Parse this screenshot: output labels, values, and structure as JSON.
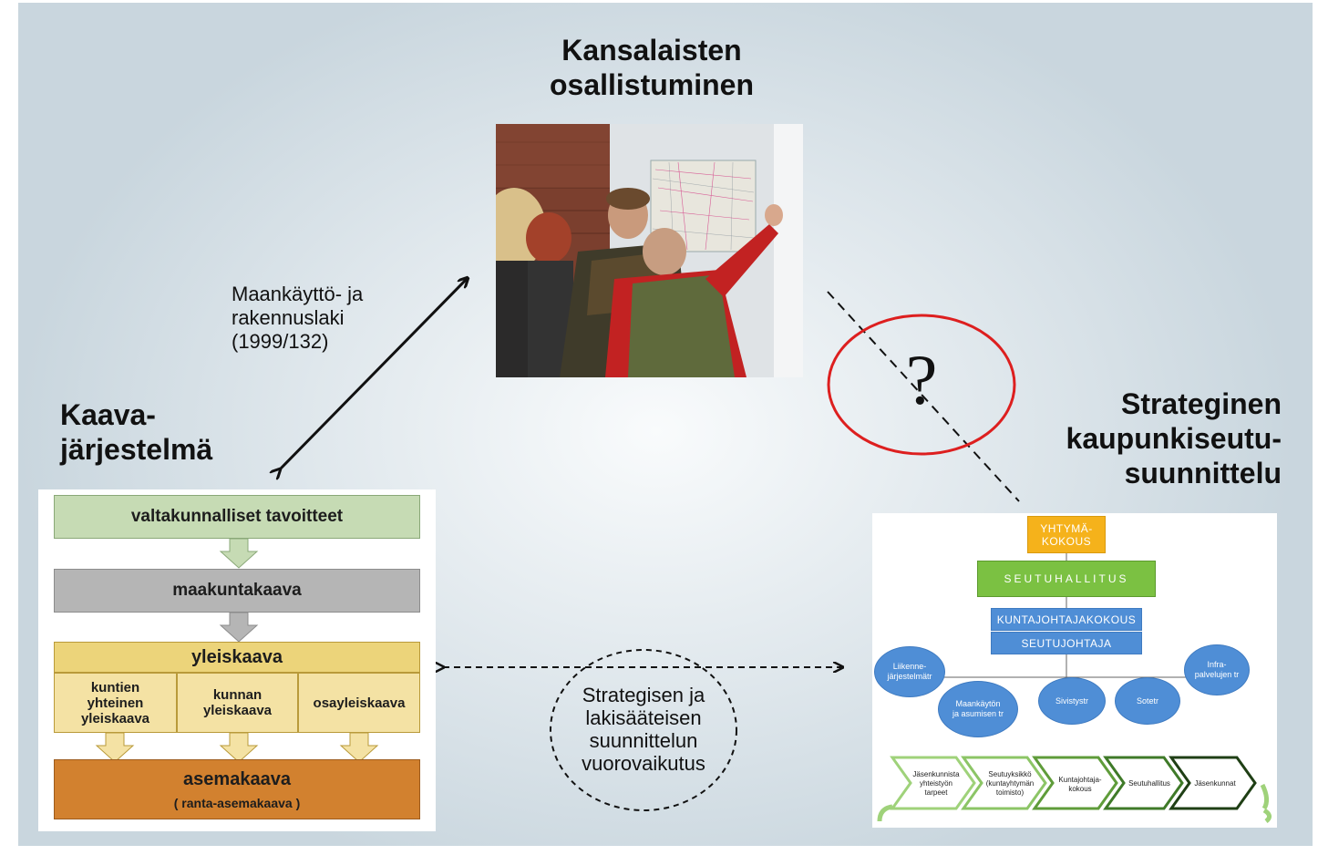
{
  "title_top": [
    "Kansalaisten",
    "osallistuminen"
  ],
  "title_left": [
    "Kaava-",
    "järjestelmä"
  ],
  "title_right": [
    "Strateginen",
    "kaupunkiseutu-",
    "suunnittelu"
  ],
  "law_note": [
    "Maankäyttö- ja",
    "rakennuslaki",
    "(1999/132)"
  ],
  "question_mark": "?",
  "interaction_note": [
    "Strategisen ja",
    "lakisääteisen",
    "suunnittelun",
    "vuorovaikutus"
  ],
  "kaava": {
    "tavoitteet": "valtakunnalliset tavoitteet",
    "maakuntakaava": "maakuntakaava",
    "yleiskaava": "yleiskaava",
    "sub": [
      "kuntien yhteinen yleiskaava",
      "kunnan yleiskaava",
      "osayleiskaava"
    ],
    "asemakaava": "asemakaava",
    "ranta": "( ranta-asemakaava )"
  },
  "seutu": {
    "yhtyma": [
      "YHTYMÄ-",
      "KOKOUS"
    ],
    "seutuhallitus": "SEUTUHALLITUS",
    "kuntajohtajakokous": "KUNTAJOHTAJAKOKOUS",
    "seutujohtaja": "SEUTUJOHTAJA",
    "clouds": [
      "Liikenne-järjestelmätr",
      "Maankäytön ja asumisen tr",
      "Sivistystr",
      "Sotetr",
      "Infra-palvelujen tr"
    ],
    "process": [
      "Jäsenkunnista yhteistyön tarpeet",
      "Seutuyksikkö (kuntayhtymän toimisto)",
      "Kuntajohtaja-kokous",
      "Seutuhallitus",
      "Jäsenkunnat"
    ]
  },
  "colors": {
    "green_light": "#c6dbb4",
    "grey": "#b5b5b5",
    "yellow": "#ecd47a",
    "yellow_light": "#f4e2a4",
    "orange": "#d2812f",
    "seutu_orange": "#f5b21b",
    "seutu_green": "#7bc142",
    "seutu_blue": "#4f8ed6",
    "red_circle": "#dd1f1f"
  }
}
